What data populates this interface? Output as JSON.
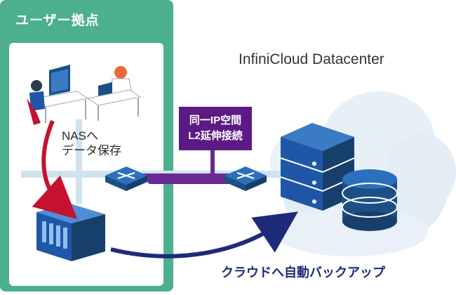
{
  "site": {
    "title": "ユーザー拠点"
  },
  "nas": {
    "label": "NASへ\nデータ保存"
  },
  "datacenter": {
    "title": "InfiniCloud Datacenter"
  },
  "network": {
    "label": "同一IP空間\nL2延伸接続"
  },
  "backup": {
    "label": "クラウドへ自動バックアップ"
  },
  "colors": {
    "site_frame": "#4caf8f",
    "site_inner": "#ffffff",
    "network_band": "#5b1a84",
    "lan_line": "#cfe3ee",
    "arrow_red": "#c41230",
    "arrow_navy": "#1e2a7a",
    "server_blue": "#1f56a8",
    "cloud_gray": "#e4edf6"
  },
  "icons": [
    "desktop-user-icon",
    "laptop-user-icon",
    "network-switch-icon",
    "nas-icon",
    "server-rack-icon",
    "storage-cylinder-icon",
    "cloud-icon"
  ]
}
